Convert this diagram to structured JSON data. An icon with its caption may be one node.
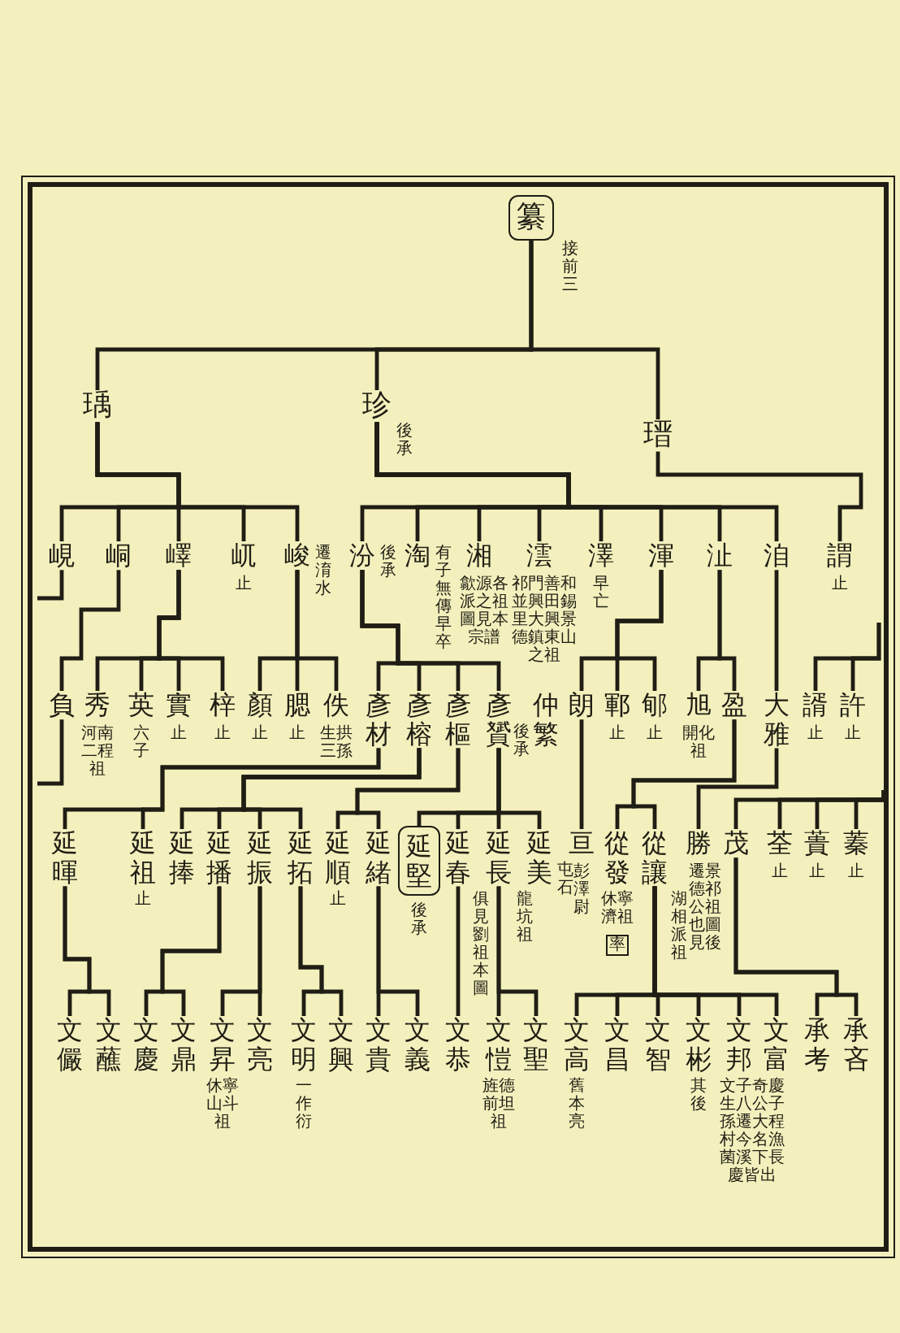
{
  "diagram": {
    "nodes": [
      {
        "text": [
          "纂"
        ],
        "beside": [
          "接前三"
        ]
      },
      {
        "text": [
          "瑀"
        ]
      },
      {
        "text": [
          "珍"
        ],
        "beside": [
          "後承"
        ]
      },
      {
        "text": [
          "瑨"
        ]
      },
      {
        "text": [
          "峴"
        ]
      },
      {
        "text": [
          "峒"
        ]
      },
      {
        "text": [
          "嶧"
        ]
      },
      {
        "text": [
          "屼"
        ],
        "beside": [
          "止"
        ]
      },
      {
        "text": [
          "峻"
        ],
        "beside": [
          "遷淯水"
        ]
      },
      {
        "text": [
          "汾"
        ],
        "beside": [
          "後承"
        ]
      },
      {
        "text": [
          "淘"
        ],
        "beside": [
          "有子無傳早卒"
        ]
      },
      {
        "text": [
          "湘"
        ],
        "beside": [
          "歙源各派之祖圖見本宗譜"
        ]
      },
      {
        "text": [
          "澐"
        ],
        "beside": [
          "祁門善和並興田錫里大興景德鎮東山之祖"
        ]
      },
      {
        "text": [
          "澤"
        ],
        "beside": [
          "早亡"
        ]
      },
      {
        "text": [
          "渾"
        ]
      },
      {
        "text": [
          "沚"
        ]
      },
      {
        "text": [
          "洎"
        ]
      },
      {
        "text": [
          "謂"
        ],
        "beside": [
          "止"
        ]
      },
      {
        "text": [
          "負"
        ]
      },
      {
        "text": [
          "秀"
        ],
        "beside": [
          "河南二程祖"
        ]
      },
      {
        "text": [
          "英"
        ],
        "beside": [
          "六子"
        ]
      },
      {
        "text": [
          "實"
        ],
        "beside": [
          "止"
        ]
      },
      {
        "text": [
          "梓"
        ],
        "beside": [
          "止"
        ]
      },
      {
        "text": [
          "顏"
        ],
        "beside": [
          "止"
        ]
      },
      {
        "text": [
          "腮"
        ],
        "beside": [
          "止"
        ]
      },
      {
        "text": [
          "佚"
        ],
        "beside": [
          "生拱三孫"
        ]
      },
      {
        "text": [
          "彥材"
        ]
      },
      {
        "text": [
          "彥榕"
        ]
      },
      {
        "text": [
          "彥樞"
        ]
      },
      {
        "text": [
          "彥贇"
        ],
        "beside": [
          "後承"
        ]
      },
      {
        "text": [
          "仲繁"
        ]
      },
      {
        "text": [
          "朗"
        ]
      },
      {
        "text": [
          "鄆"
        ],
        "beside": [
          "止"
        ]
      },
      {
        "text": [
          "郇"
        ],
        "beside": [
          "止"
        ]
      },
      {
        "text": [
          "旭"
        ],
        "beside": [
          "開化祖"
        ]
      },
      {
        "text": [
          "盈"
        ]
      },
      {
        "text": [
          "大雅"
        ]
      },
      {
        "text": [
          "諝"
        ],
        "beside": [
          "止"
        ]
      },
      {
        "text": [
          "許"
        ],
        "beside": [
          "止"
        ]
      },
      {
        "text": [
          "延暉"
        ]
      },
      {
        "text": [
          "延祖"
        ],
        "beside": [
          "止"
        ]
      },
      {
        "text": [
          "延捧"
        ]
      },
      {
        "text": [
          "延播"
        ]
      },
      {
        "text": [
          "延振"
        ]
      },
      {
        "text": [
          "延拓"
        ]
      },
      {
        "text": [
          "延順"
        ],
        "beside": [
          "止"
        ]
      },
      {
        "text": [
          "延緒"
        ]
      },
      {
        "text": [
          "延堅"
        ],
        "beside": [
          "後承"
        ]
      },
      {
        "text": [
          "延春"
        ],
        "beside": [
          "俱見劉祖本圖"
        ]
      },
      {
        "text": [
          "延長"
        ],
        "beside": [
          "龍坑祖"
        ]
      },
      {
        "text": [
          "延美"
        ],
        "beside": [
          "屯石"
        ]
      },
      {
        "text": [
          "亘"
        ],
        "beside": [
          "彭澤尉"
        ]
      },
      {
        "text": [
          "從發"
        ],
        "beside": [
          "休寧濟祖"
        ]
      },
      {
        "text": [
          "從讓"
        ],
        "beside": [
          "湖相派祖"
        ]
      },
      {
        "text": [
          "勝"
        ],
        "beside": [
          "遷景德祁公祖也圖見後"
        ]
      },
      {
        "text": [
          "茂"
        ]
      },
      {
        "text": [
          "荃"
        ],
        "beside": [
          "止"
        ]
      },
      {
        "text": [
          "蕢"
        ],
        "beside": [
          "止"
        ]
      },
      {
        "text": [
          "蓁"
        ],
        "beside": [
          "止"
        ]
      },
      {
        "text": [
          "文儼"
        ]
      },
      {
        "text": [
          "文蘸"
        ]
      },
      {
        "text": [
          "文慶"
        ]
      },
      {
        "text": [
          "文鼎"
        ]
      },
      {
        "text": [
          "文昇"
        ],
        "beside": [
          "休寧山斗祖"
        ]
      },
      {
        "text": [
          "文亮"
        ]
      },
      {
        "text": [
          "文明"
        ],
        "beside": [
          "一作衍"
        ]
      },
      {
        "text": [
          "文興"
        ]
      },
      {
        "text": [
          "文貴"
        ]
      },
      {
        "text": [
          "文義"
        ]
      },
      {
        "text": [
          "文恭"
        ]
      },
      {
        "text": [
          "文愷"
        ],
        "beside": [
          "旌德前坦祖"
        ]
      },
      {
        "text": [
          "文聖"
        ]
      },
      {
        "text": [
          "文高"
        ],
        "beside": [
          "舊本亮"
        ]
      },
      {
        "text": [
          "文昌"
        ]
      },
      {
        "text": [
          "文智"
        ]
      },
      {
        "text": [
          "文彬"
        ],
        "beside": [
          "其後"
        ]
      },
      {
        "text": [
          "文邦"
        ],
        "beside": [
          "文子奇慶生八公子孫遷大程村今名漁菌溪下長慶皆出"
        ]
      },
      {
        "text": [
          "文富"
        ]
      },
      {
        "text": [
          "承考"
        ]
      },
      {
        "text": [
          "承吝"
        ]
      }
    ],
    "edges": [
      {
        "from": 0,
        "to": 1,
        "arrow": "none"
      },
      {
        "from": 0,
        "to": 2,
        "arrow": "none"
      },
      {
        "from": 0,
        "to": 3,
        "arrow": "none"
      },
      {
        "from": 1,
        "to": 4,
        "arrow": "none"
      },
      {
        "from": 1,
        "to": 5,
        "arrow": "none"
      },
      {
        "from": 1,
        "to": 6,
        "arrow": "none"
      },
      {
        "from": 1,
        "to": 7,
        "arrow": "none"
      },
      {
        "from": 1,
        "to": 8,
        "arrow": "none"
      },
      {
        "from": 2,
        "to": 9,
        "arrow": "none"
      },
      {
        "from": 2,
        "to": 10,
        "arrow": "none"
      },
      {
        "from": 2,
        "to": 11,
        "arrow": "none"
      },
      {
        "from": 2,
        "to": 12,
        "arrow": "none"
      },
      {
        "from": 2,
        "to": 13,
        "arrow": "none"
      },
      {
        "from": 2,
        "to": 14,
        "arrow": "none"
      },
      {
        "from": 2,
        "to": 15,
        "arrow": "none"
      },
      {
        "from": 2,
        "to": 16,
        "arrow": "none"
      },
      {
        "from": 3,
        "to": 17,
        "arrow": "none"
      },
      {
        "from": 4,
        "to": null,
        "arrow": "none"
      },
      {
        "from": 5,
        "to": 18,
        "arrow": "none"
      },
      {
        "from": 6,
        "to": 19,
        "arrow": "none"
      },
      {
        "from": 6,
        "to": 20,
        "arrow": "none"
      },
      {
        "from": 6,
        "to": 21,
        "arrow": "none"
      },
      {
        "from": 6,
        "to": 22,
        "arrow": "none"
      },
      {
        "from": 8,
        "to": 23,
        "arrow": "none"
      },
      {
        "from": 8,
        "to": 24,
        "arrow": "none"
      },
      {
        "from": 8,
        "to": 25,
        "arrow": "none"
      },
      {
        "from": 9,
        "to": 26,
        "arrow": "none"
      },
      {
        "from": 9,
        "to": 27,
        "arrow": "none"
      },
      {
        "from": 9,
        "to": 28,
        "arrow": "none"
      },
      {
        "from": 9,
        "to": 29,
        "arrow": "none"
      },
      {
        "from": 14,
        "to": 31,
        "arrow": "none"
      },
      {
        "from": 14,
        "to": 32,
        "arrow": "none"
      },
      {
        "from": 14,
        "to": 33,
        "arrow": "none"
      },
      {
        "from": 15,
        "to": 34,
        "arrow": "none"
      },
      {
        "from": 15,
        "to": 35,
        "arrow": "none"
      },
      {
        "from": 16,
        "to": 36,
        "arrow": "none"
      },
      {
        "from": null,
        "to": 37,
        "arrow": "none"
      },
      {
        "from": null,
        "to": 38,
        "arrow": "none"
      },
      {
        "from": 18,
        "to": null,
        "arrow": "none"
      },
      {
        "from": 26,
        "to": 39,
        "arrow": "none"
      },
      {
        "from": 26,
        "to": 40,
        "arrow": "none"
      },
      {
        "from": 27,
        "to": 41,
        "arrow": "none"
      },
      {
        "from": 27,
        "to": 42,
        "arrow": "none"
      },
      {
        "from": 27,
        "to": 43,
        "arrow": "none"
      },
      {
        "from": 27,
        "to": 44,
        "arrow": "none"
      },
      {
        "from": 28,
        "to": 45,
        "arrow": "none"
      },
      {
        "from": 28,
        "to": 46,
        "arrow": "none"
      },
      {
        "from": 29,
        "to": 47,
        "arrow": "none"
      },
      {
        "from": 29,
        "to": 48,
        "arrow": "none"
      },
      {
        "from": 29,
        "to": 49,
        "arrow": "none"
      },
      {
        "from": 29,
        "to": 50,
        "arrow": "none"
      },
      {
        "from": 31,
        "to": 51,
        "arrow": "none"
      },
      {
        "from": 35,
        "to": 52,
        "arrow": "none"
      },
      {
        "from": 35,
        "to": 53,
        "arrow": "none"
      },
      {
        "from": 36,
        "to": 54,
        "arrow": "none"
      },
      {
        "from": null,
        "to": 55,
        "arrow": "none"
      },
      {
        "from": null,
        "to": 56,
        "arrow": "none"
      },
      {
        "from": null,
        "to": 57,
        "arrow": "none"
      },
      {
        "from": null,
        "to": 58,
        "arrow": "none"
      },
      {
        "from": 39,
        "to": 59,
        "arrow": "none"
      },
      {
        "from": 39,
        "to": 60,
        "arrow": "none"
      },
      {
        "from": 42,
        "to": 61,
        "arrow": "none"
      },
      {
        "from": 42,
        "to": 62,
        "arrow": "none"
      },
      {
        "from": 43,
        "to": 63,
        "arrow": "none"
      },
      {
        "from": 43,
        "to": 64,
        "arrow": "none"
      },
      {
        "from": 44,
        "to": 65,
        "arrow": "none"
      },
      {
        "from": 44,
        "to": 66,
        "arrow": "none"
      },
      {
        "from": 46,
        "to": 67,
        "arrow": "none"
      },
      {
        "from": 46,
        "to": 68,
        "arrow": "none"
      },
      {
        "from": 48,
        "to": 69,
        "arrow": "none"
      },
      {
        "from": 49,
        "to": 70,
        "arrow": "none"
      },
      {
        "from": 49,
        "to": 71,
        "arrow": "none"
      },
      {
        "from": 53,
        "to": 72,
        "arrow": "none"
      },
      {
        "from": 53,
        "to": 73,
        "arrow": "none"
      },
      {
        "from": 53,
        "to": 74,
        "arrow": "none"
      },
      {
        "from": 53,
        "to": 75,
        "arrow": "none"
      },
      {
        "from": 53,
        "to": 76,
        "arrow": "none"
      },
      {
        "from": 53,
        "to": 77,
        "arrow": "none"
      },
      {
        "from": 55,
        "to": 78,
        "arrow": "none"
      },
      {
        "from": 55,
        "to": 79,
        "arrow": "none"
      }
    ],
    "labels": [
      "率"
    ]
  }
}
